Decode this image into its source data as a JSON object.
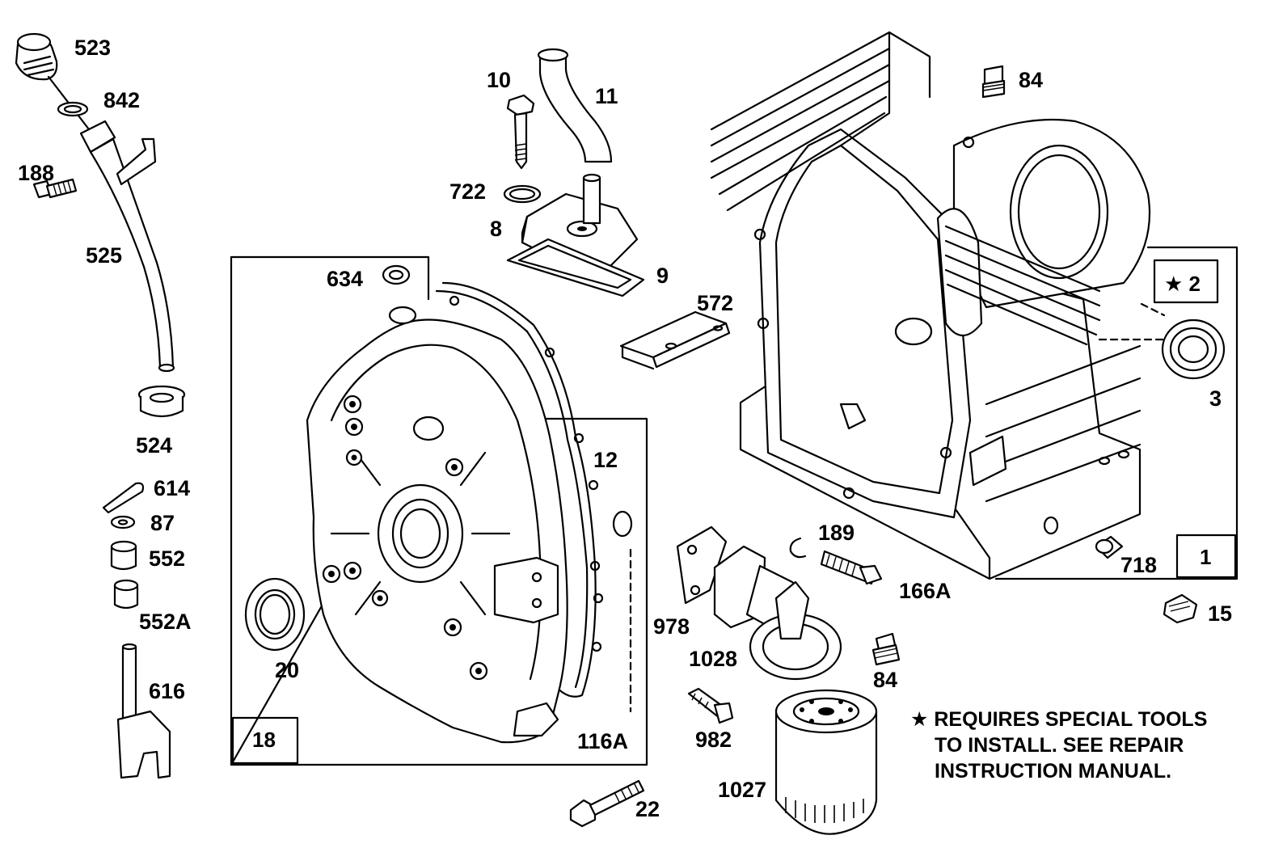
{
  "diagram": {
    "parts": {
      "p523": "523",
      "p842": "842",
      "p188": "188",
      "p525": "525",
      "p524": "524",
      "p614": "614",
      "p87": "87",
      "p552": "552",
      "p552a": "552A",
      "p616": "616",
      "p10": "10",
      "p11": "11",
      "p722": "722",
      "p8": "8",
      "p9": "9",
      "p634": "634",
      "p572": "572",
      "p12": "12",
      "p20": "20",
      "p116a": "116A",
      "p22": "22",
      "p84a": "84",
      "p84b": "84",
      "p3": "3",
      "p15": "15",
      "p718": "718",
      "p189": "189",
      "p166a": "166A",
      "p978": "978",
      "p1028": "1028",
      "p982": "982",
      "p1027": "1027"
    },
    "boxes": {
      "b18": "18",
      "b1": "1",
      "b2": "★ 2"
    },
    "note": {
      "line1": "★ REQUIRES SPECIAL TOOLS",
      "line2": "TO INSTALL.  SEE REPAIR",
      "line3": "INSTRUCTION MANUAL."
    }
  }
}
